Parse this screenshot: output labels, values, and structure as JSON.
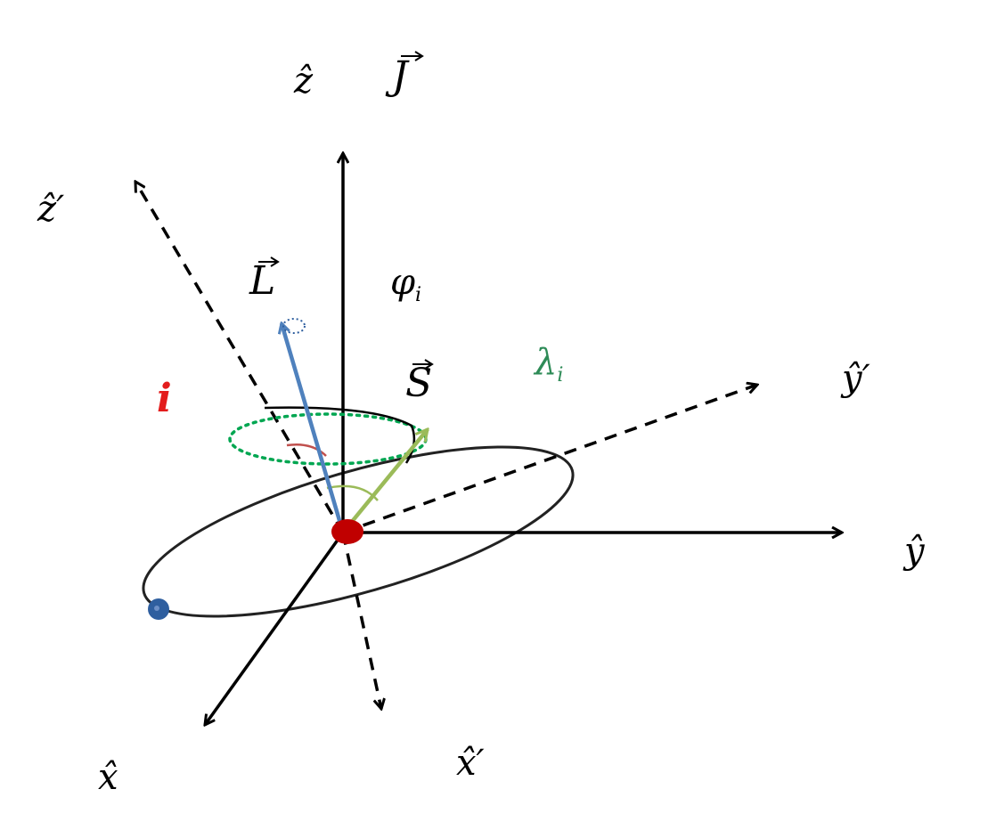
{
  "labels": {
    "z_hat": "ẑ",
    "J_vec": "J",
    "z_prime_hat": "ẑ′",
    "L_vec": "L",
    "phi_sym": "φ",
    "phi_sub": "i",
    "S_vec": "S",
    "lambda_sym": "λ",
    "lambda_sub": "i",
    "y_prime_hat": "ŷ′",
    "i_label": "i",
    "y_hat": "ŷ",
    "x_hat": "x̂",
    "x_prime_hat": "x̂′"
  },
  "colors": {
    "axes": "#000000",
    "L_vector": "#4f81bd",
    "S_vector": "#9bbb59",
    "precession_cone": "#00a651",
    "inclination_arc": "#c0504d",
    "lambda_label": "#2e8b57",
    "i_label": "#e31c1c",
    "central_body": "#c00000",
    "orbiting_body": "#2f5f9f",
    "orbit": "#222222"
  }
}
